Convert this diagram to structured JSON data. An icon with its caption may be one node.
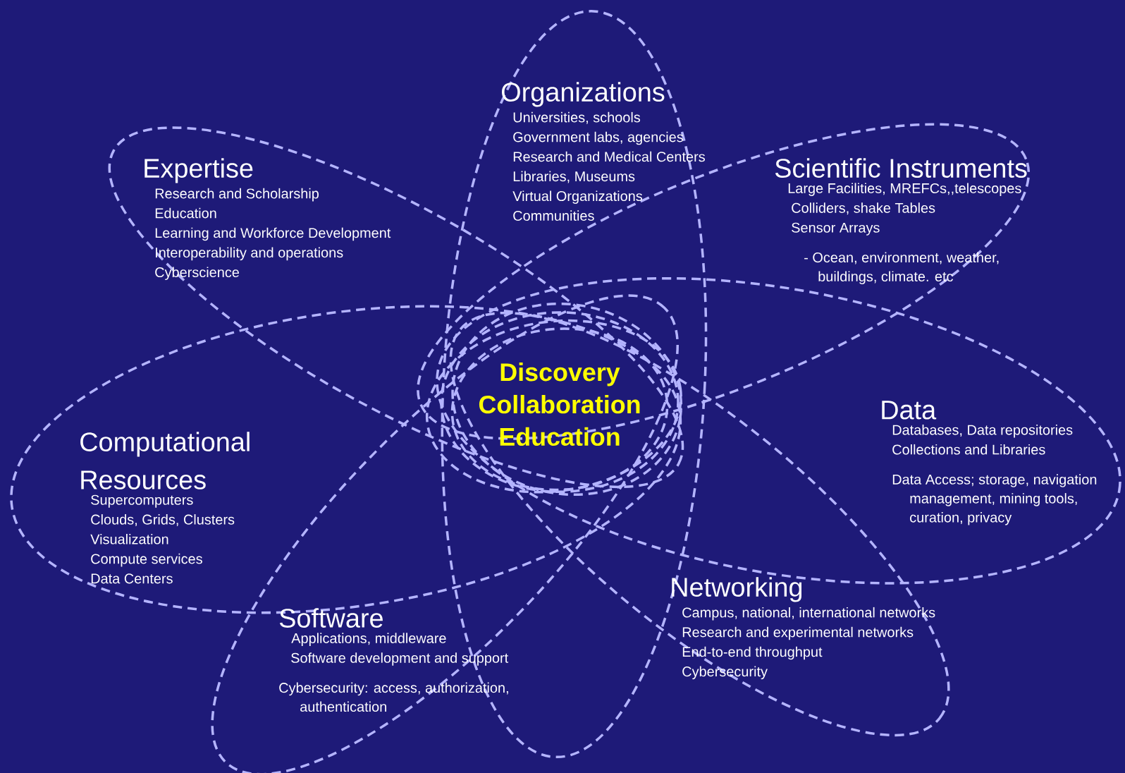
{
  "diagram": {
    "nodes": [
      {
        "text": [
          "Organizations",
          "Universities, schools",
          "Government labs, agencies",
          "Research and Medical Centers",
          "Libraries, Museums",
          "Virtual Organizations",
          "Communities"
        ]
      },
      {
        "text": [
          "Expertise",
          "Research and Scholarship",
          "Education",
          "Learning and Workforce Development",
          "Interoperability and operations",
          "Cyberscience"
        ]
      },
      {
        "text": [
          "Scientific Instruments",
          "Large Facilities, MREFCs,,telescopes",
          "Colliders, shake Tables",
          "Sensor Arrays",
          "- Ocean, environment, weather, buildings, climate. etc"
        ]
      },
      {
        "text": [
          "Discovery",
          "Collaboration",
          "Education"
        ]
      },
      {
        "text": [
          "Data",
          "Databases, Data repositories",
          "Collections and Libraries",
          "Data Access; storage, navigation management, mining tools, curation, privacy"
        ]
      },
      {
        "text": [
          "Computational Resources",
          "Supercomputers",
          "Clouds, Grids, Clusters",
          "Visualization",
          "Compute services",
          "Data Centers"
        ]
      },
      {
        "text": [
          "Networking",
          "Campus, national, international networks",
          "Research and experimental networks",
          "End-to-end throughput",
          "Cybersecurity"
        ]
      },
      {
        "text": [
          "Software",
          "Applications, middleware",
          "Software development and support",
          "Cybersecurity: access, authorization, authentication"
        ]
      }
    ]
  }
}
